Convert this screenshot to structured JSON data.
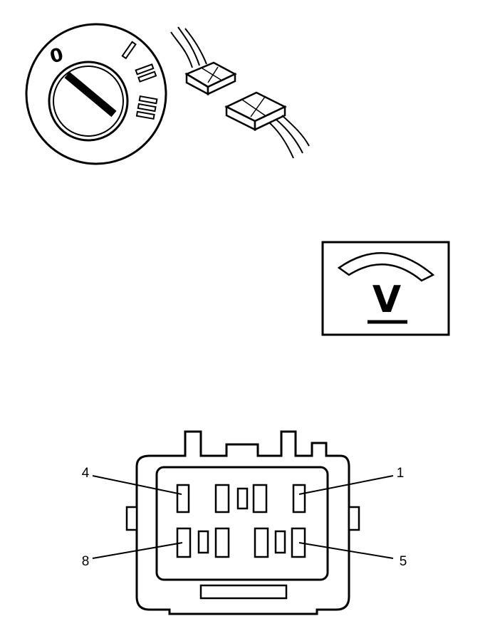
{
  "ignition_switch": {
    "position_labels": [
      "0",
      "I",
      "II",
      "III"
    ]
  },
  "voltmeter": {
    "symbol": "V"
  },
  "connector": {
    "pin_labels": {
      "top_left": "4",
      "top_right": "1",
      "bottom_left": "8",
      "bottom_right": "5"
    }
  }
}
